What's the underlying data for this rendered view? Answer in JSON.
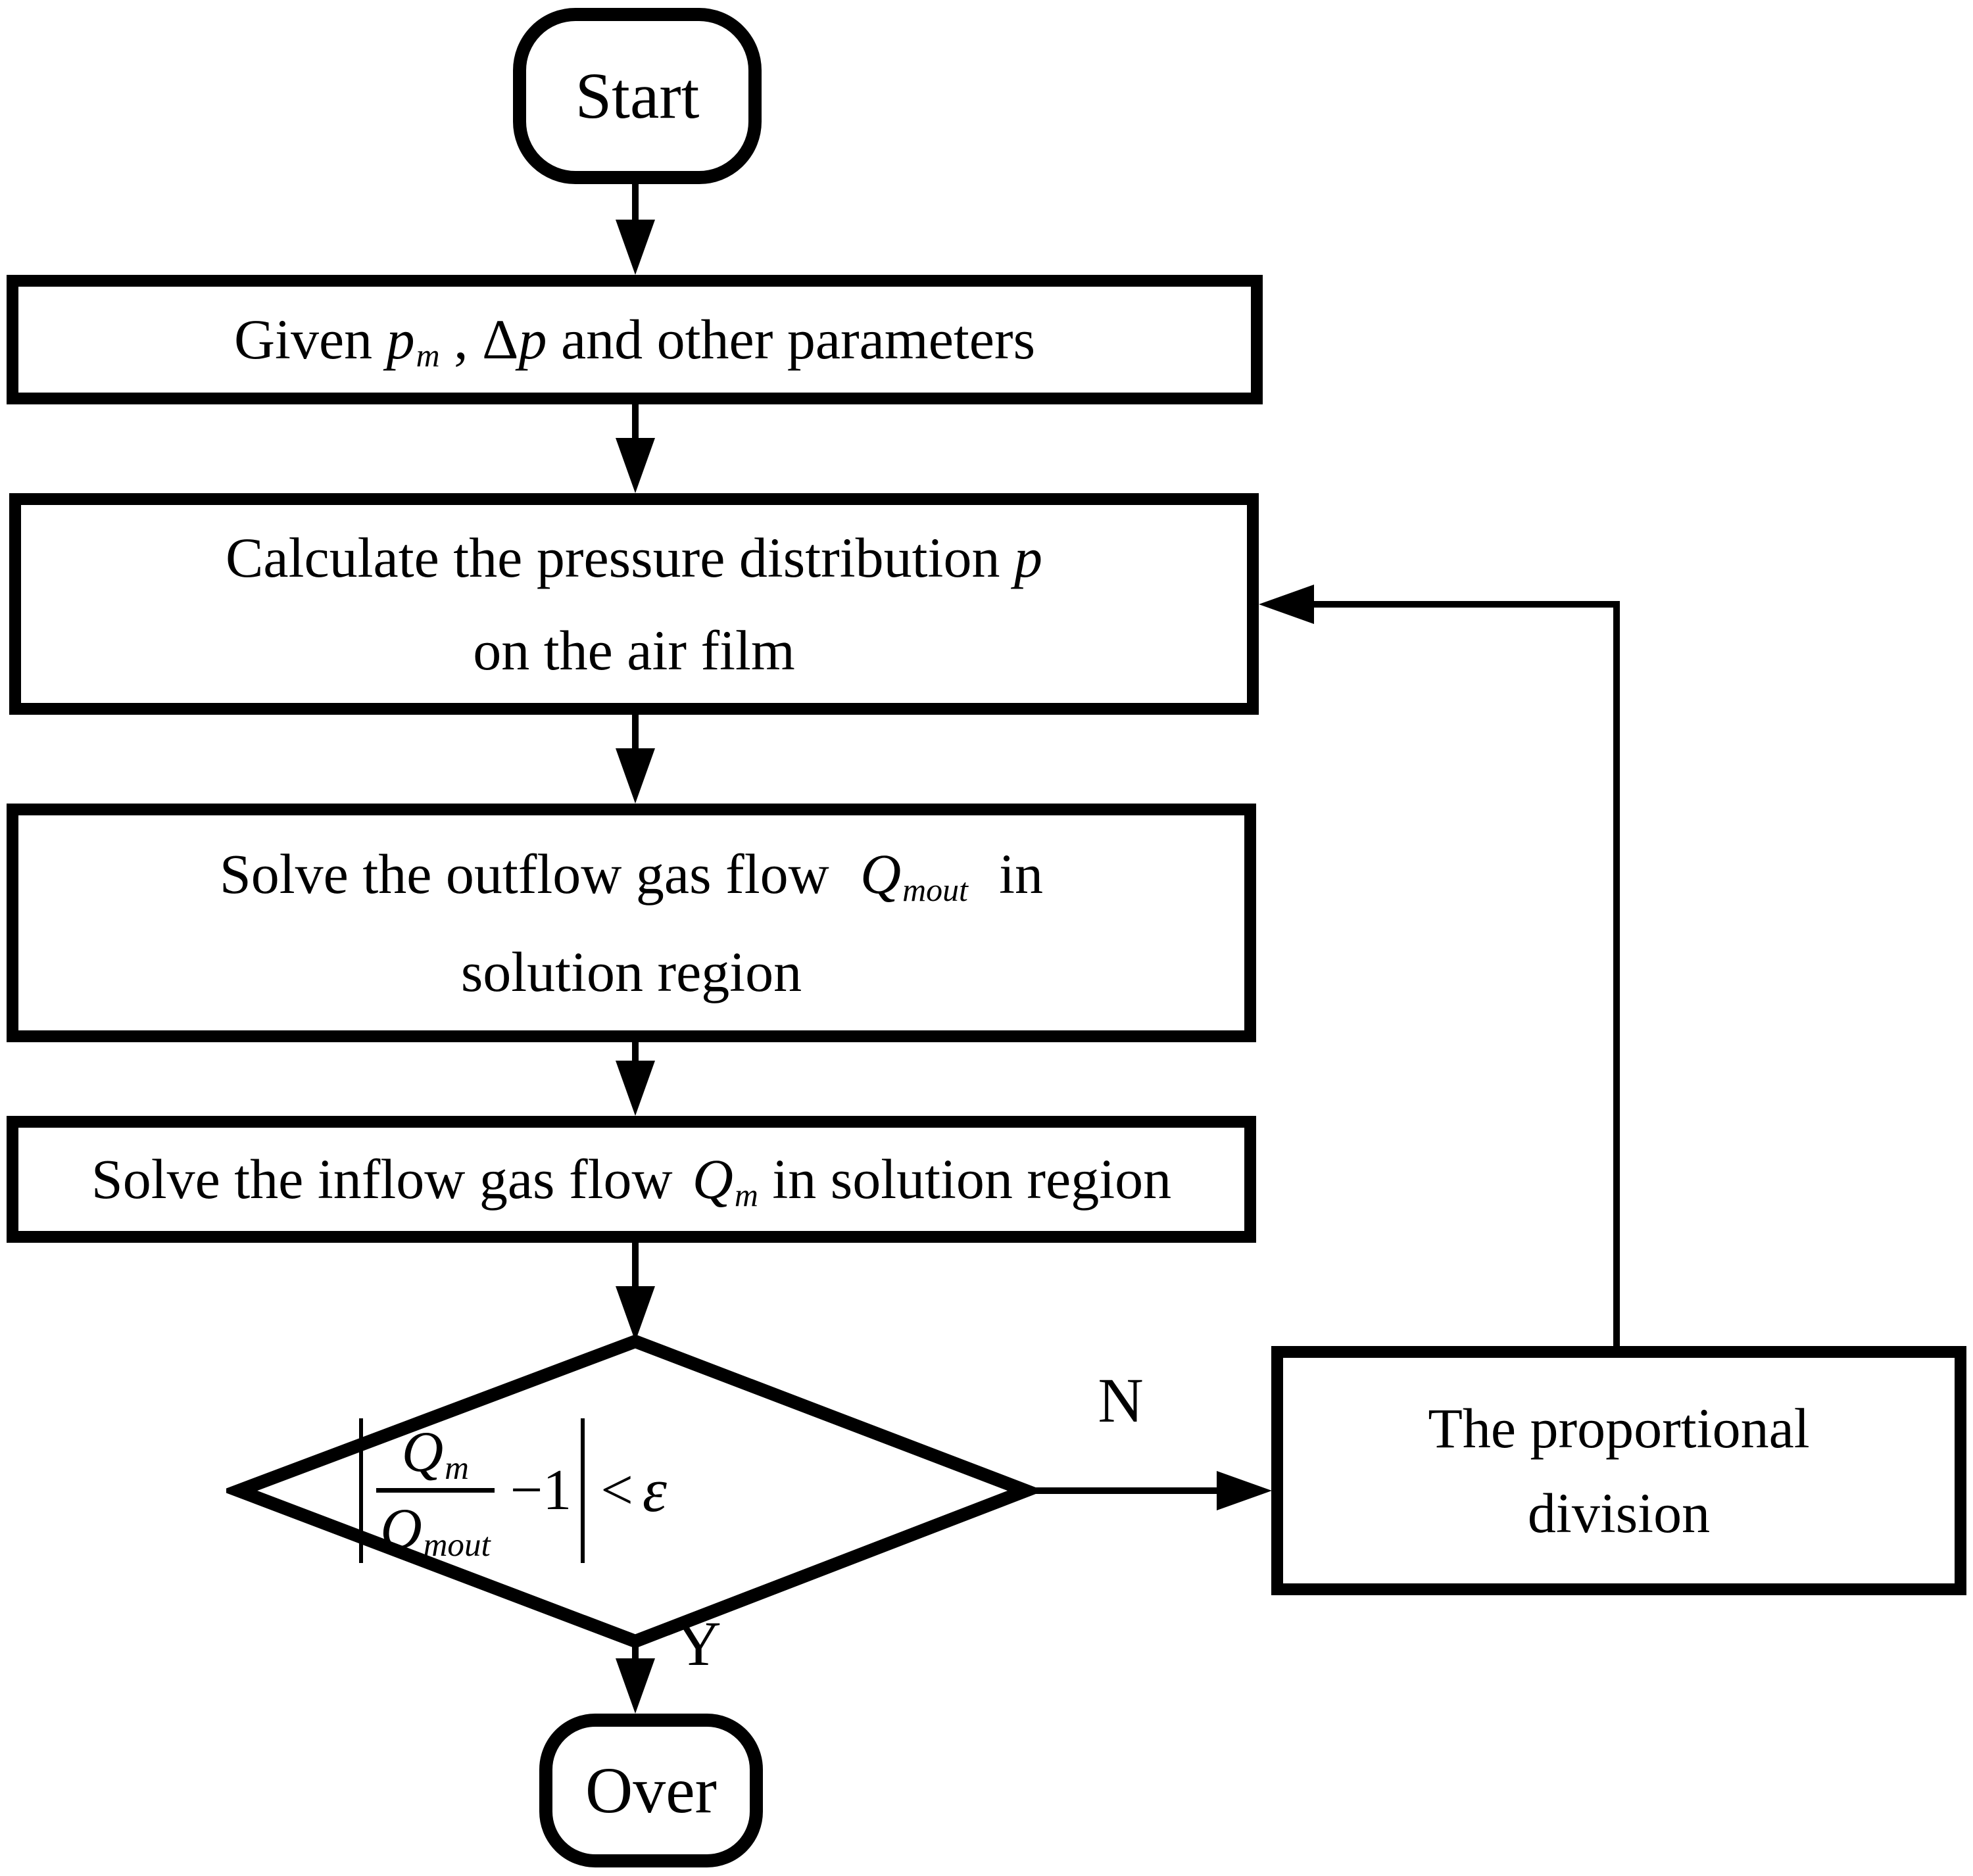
{
  "flowchart": {
    "nodes": {
      "start": {
        "label": "Start"
      },
      "given": {
        "prefix": "Given ",
        "p": "p",
        "p_sub": "m",
        "mid": " , ",
        "delta": "Δ",
        "p2": "p",
        "suffix": " and other parameters"
      },
      "calculate": {
        "line1_text": "Calculate the pressure distribution ",
        "p": "p",
        "line2": "on the air film"
      },
      "outflow": {
        "line1_text": "Solve the outflow gas flow",
        "q": "Q",
        "q_sub": "mout",
        "line1_suffix": "in",
        "line2": "solution region"
      },
      "inflow": {
        "text": "Solve the inflow gas flow",
        "q": "Q",
        "q_sub": "m",
        "suffix": " in solution region"
      },
      "decision": {
        "q_num": "Q",
        "q_num_sub": "m",
        "q_den": "Q",
        "q_den_sub": "mout",
        "minus_one": "−1",
        "less_than": "<",
        "epsilon": "ε"
      },
      "proportional": {
        "line1": "The proportional",
        "line2": "division"
      },
      "over": {
        "label": "Over"
      }
    },
    "edge_labels": {
      "no": "N",
      "yes": "Y"
    },
    "colors": {
      "stroke": "#000000",
      "background": "#ffffff",
      "text": "#000000"
    }
  }
}
